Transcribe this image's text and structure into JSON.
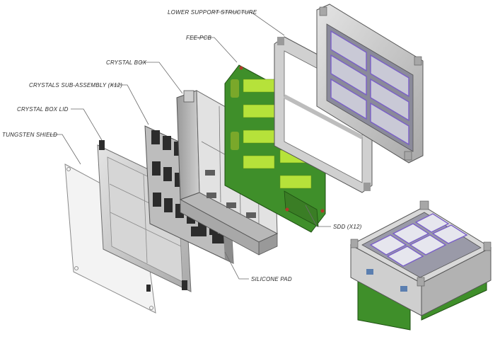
{
  "labels": {
    "lower_support_structure": "LOWER SUPPORT STRUCTURE",
    "fee_pcb": "FEE-PCB",
    "crystal_box": "CRYSTAL BOX",
    "crystals_sub_assembly": "CRYSTALS SUB-ASSEMBLY (X12)",
    "crystal_box_lid": "CRYSTAL BOX LID",
    "tungsten_shield": "TUNGSTEN SHIELD",
    "sdd": "SDD (X12)",
    "silicone_pad": "SILICONE PAD"
  },
  "colors": {
    "pcb_green": "#3f8f2a",
    "pad_green": "#b6e23a",
    "frame_grey": "#bdbdbd",
    "crystal_dark": "#2c2c2c",
    "accent_purple": "#7a5fc8",
    "shield_white": "#f2f2f2",
    "bolt_red": "#b0382a"
  }
}
